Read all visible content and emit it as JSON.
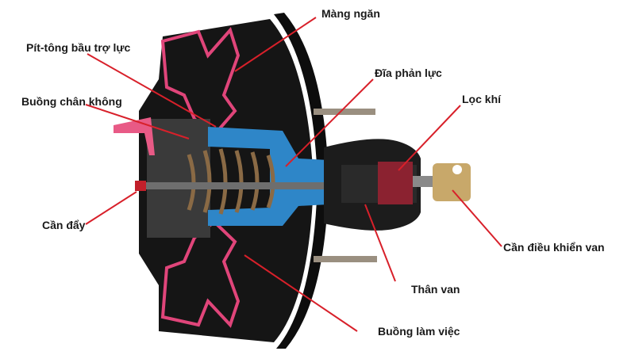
{
  "labels": {
    "mang_ngan": "Màng ngăn",
    "pit_tong": "Pít-tông bầu trợ lực",
    "dia_phan_luc": "Đĩa phản lực",
    "buong_chan_khong": "Buồng chân không",
    "loc_khi": "Lọc khí",
    "can_day": "Cần đẩy",
    "can_dieu_khien_van": "Cần điều khiển van",
    "than_van": "Thân van",
    "buong_lam_viec": "Buồng làm việc"
  },
  "colors": {
    "leader_line": "#d8202a",
    "housing": "#151515",
    "diaphragm": "#e0457a",
    "piston_blue": "#2e86c8",
    "spring": "#8a6a45",
    "rod": "#6e6e6e",
    "intake_pink": "#e85a86",
    "control_brass": "#c8a86a"
  }
}
